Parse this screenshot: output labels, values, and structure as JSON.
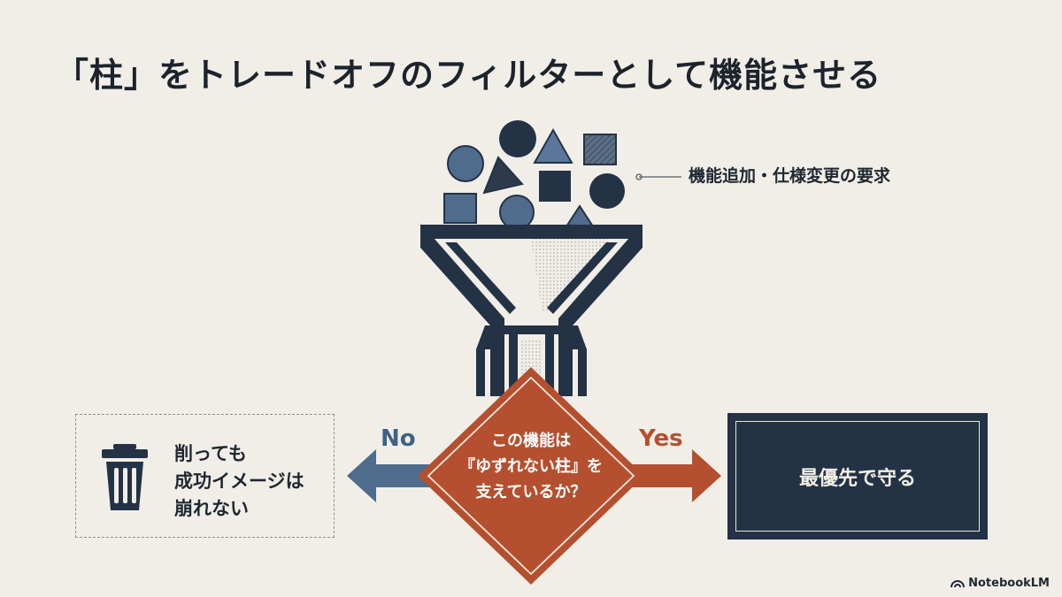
{
  "title": "「柱」をトレードオフのフィルターとして機能させる",
  "request_label": "機能追加・仕様変更の要求",
  "decision": {
    "lines": [
      "この機能は",
      "『ゆずれない柱』を",
      "支えているか？"
    ],
    "no_label": "No",
    "yes_label": "Yes"
  },
  "discard": {
    "icon": "trash-can-icon",
    "lines": [
      "削っても",
      "成功イメージは",
      "崩れない"
    ]
  },
  "priority": {
    "text": "最優先で守る"
  },
  "brand": {
    "name": "NotebookLM",
    "icon": "notebooklm-icon"
  },
  "colors": {
    "navy": "#243246",
    "slate_blue": "#4f6c8c",
    "rust": "#b4502f",
    "background": "#f1eee7"
  }
}
